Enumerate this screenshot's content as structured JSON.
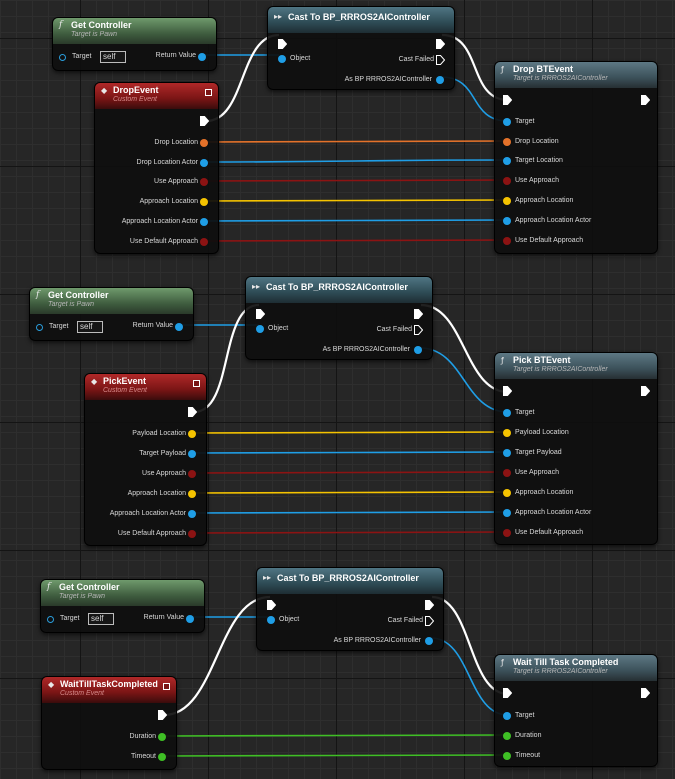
{
  "colors": {
    "object": "#1f9ee6",
    "vector": "#f5c300",
    "vector_alt": "#e4722a",
    "bool": "#8c1313",
    "float": "#3fbf25",
    "exec": "#ffffff"
  },
  "icons": {
    "function": "function-f-icon",
    "event": "event-diamond-icon",
    "cast": "cast-arrows-icon",
    "exec_pin": "exec-arrow-icon"
  },
  "nodes": {
    "getctrl1": {
      "title": "Get Controller",
      "subtitle": "Target is Pawn",
      "target_label": "Target",
      "target_value": "self",
      "output_label": "Return Value"
    },
    "cast1": {
      "title": "Cast To BP_RRROS2AIController",
      "object_label": "Object",
      "failed_label": "Cast Failed",
      "as_label": "As BP RRROS2AIController"
    },
    "dropevent": {
      "title": "DropEvent",
      "subtitle": "Custom Event",
      "pins": [
        "Drop Location",
        "Drop Location Actor",
        "Use Approach",
        "Approach Location",
        "Approach Location Actor",
        "Use Default Approach"
      ]
    },
    "dropbt": {
      "title": "Drop BTEvent",
      "subtitle": "Target is RRROS2AIController",
      "pins": [
        "Target",
        "Drop Location",
        "Target Location",
        "Use Approach",
        "Approach Location",
        "Approach Location Actor",
        "Use Default Approach"
      ]
    },
    "getctrl2": {
      "title": "Get Controller",
      "subtitle": "Target is Pawn",
      "target_label": "Target",
      "target_value": "self",
      "output_label": "Return Value"
    },
    "cast2": {
      "title": "Cast To BP_RRROS2AIController",
      "object_label": "Object",
      "failed_label": "Cast Failed",
      "as_label": "As BP RRROS2AIController"
    },
    "pickevent": {
      "title": "PickEvent",
      "subtitle": "Custom Event",
      "pins": [
        "Payload Location",
        "Target Payload",
        "Use Approach",
        "Approach Location",
        "Approach Location Actor",
        "Use Default Approach"
      ]
    },
    "pickbt": {
      "title": "Pick BTEvent",
      "subtitle": "Target is RRROS2AIController",
      "pins": [
        "Target",
        "Payload Location",
        "Target Payload",
        "Use Approach",
        "Approach Location",
        "Approach Location Actor",
        "Use Default Approach"
      ]
    },
    "getctrl3": {
      "title": "Get Controller",
      "subtitle": "Target is Pawn",
      "target_label": "Target",
      "target_value": "self",
      "output_label": "Return Value"
    },
    "cast3": {
      "title": "Cast To BP_RRROS2AIController",
      "object_label": "Object",
      "failed_label": "Cast Failed",
      "as_label": "As BP RRROS2AIController"
    },
    "waitevent": {
      "title": "WaitTillTaskCompleted",
      "subtitle": "Custom Event",
      "pins": [
        "Duration",
        "Timeout"
      ]
    },
    "waitcall": {
      "title": "Wait Till Task Completed",
      "subtitle": "Target is RRROS2AIController",
      "pins": [
        "Target",
        "Duration",
        "Timeout"
      ]
    }
  }
}
